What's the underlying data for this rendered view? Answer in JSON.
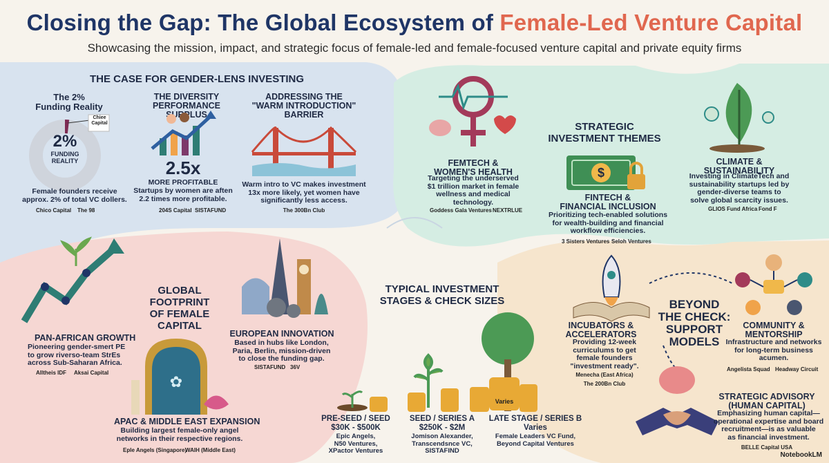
{
  "header": {
    "title_main": "Closing the Gap: The Global Ecosystem of ",
    "title_accent": "Female-Led Venture Capital",
    "subtitle": "Showcasing the mission, impact, and strategic focus of female-led and female-focused venture capital and private equity firms"
  },
  "case": {
    "title": "THE CASE FOR GENDER-LENS INVESTING",
    "funding": {
      "heading": "The 2%\nFunding Reality",
      "donut_value": "2%",
      "donut_label": "FUNDING\nREALITY",
      "callout": "Chiee\nCapital",
      "text": "Female founders receive\napprox. 2% of total VC dollers.",
      "sources": [
        "Chico Capital",
        "The 98"
      ]
    },
    "diversity": {
      "heading": "THE DIVERSITY\nPERFORMANCE SURPLUS",
      "big": "2.5x",
      "sub": "MORE PROFITABLE",
      "text": "Startups by women are aften\n2.2 times more profitable.",
      "sources": [
        "204S Capital",
        "SISTAFUND"
      ]
    },
    "warm": {
      "heading": "ADDRESSING THE\n\"WARM INTRODUCTION\"\nBARRIER",
      "text": "Warm intro to VC makes investment\n13x more likely, yet women have\nsignificantly less access.",
      "sources": [
        "The 300Bn Club"
      ]
    }
  },
  "themes": {
    "title": "STRATEGIC\nINVESTMENT THEMES",
    "femtech": {
      "heading": "FEMTECH &\nWOMEN'S HEALTH",
      "text": "Targeting the underserved\n$1 trillion market in female\nwellness and medical\ntechnology.",
      "sources": [
        "Goddess Gala Ventures",
        "NEXTRLUE"
      ]
    },
    "fintech": {
      "heading": "FINTECH &\nFINANCIAL INCLUSION",
      "text": "Prioritizing tech-enabled solutions\nfor wealth-building and financial\nworkflow efficiencies.",
      "sources": [
        "3 Sisters Ventures",
        "Seloh Ventures"
      ]
    },
    "climate": {
      "heading": "CLIMATE &\nSUSTAINABILITY",
      "text": "Investing in ClimateTech and\nsustainability startups led by\ngender-diverse teams to\nsolve global scarcity issues.",
      "sources": [
        "GLIOS Fund Africa",
        "Fond F"
      ]
    }
  },
  "footprint": {
    "title": "GLOBAL\nFOOTPRINT\nOF FEMALE\nCAPITAL",
    "africa": {
      "heading": "PAN-AFRICAN GROWTH",
      "text": "Pioneering gender-smert PE\nto grow riverso-team StrEs\nacross Sub-Saharan Africa.",
      "sources": [
        "Alltheis IDF",
        "Aksai Capital"
      ]
    },
    "europe": {
      "heading": "EUROPEAN INNOVATION",
      "text": "Based in hubs like London,\nParia, Berlin, mission-driven\nto close the funding gap.",
      "sources": [
        "SISTAFUND",
        "36V"
      ]
    },
    "apac": {
      "heading": "APAC & MIDDLE EAST EXPANSION",
      "text": "Building largest female-only angel\nnetworks in their respective regions.",
      "sources": [
        "Eple Angels (Singapore)",
        "WAIH (Middle East)"
      ]
    }
  },
  "stages": {
    "title": "TYPICAL INVESTMENT\nSTAGES & CHECK SIZES",
    "items": [
      {
        "heading": "PRE-SEED / SEED\n$30K - $500K",
        "text": "Epic Angels,\nN50 Ventures,\nXPactor Ventures"
      },
      {
        "heading": "SEED / SERIES A\n$250K - $2M",
        "text": "Jomison Alexander,\nTranscendsnce VC,\nSISTAFIND"
      },
      {
        "heading": "LATE STAGE / SERIES B\nVaries",
        "text": "Female Leaders VC Fund,\nBeyond Capital Ventures"
      }
    ],
    "coin_label": "Varies"
  },
  "beyond": {
    "title": "BEYOND\nTHE CHECK:\nSUPPORT\nMODELS",
    "incubators": {
      "heading": "INCUBATORS &\nACCELERATORS",
      "text": "Providing 12-week\ncurriculums to get\nfemale founders\n\"investment ready\".",
      "sources": [
        "Menecha (East Africa)",
        "The 200Bn Club"
      ]
    },
    "community": {
      "heading": "COMMUNITY &\nMENTORSHIP",
      "text": "Infrastructure and networks\nfor long-term business\nacumen.",
      "sources": [
        "Angelista Squad",
        "Headway Circuit"
      ]
    },
    "advisory": {
      "heading": "STRATEGIC ADVISORY\n(HUMAN CAPITAL)",
      "text": "Emphasizing human capital—\noperational expertise and board\nrecruitment—is as valuable\nas financial investment.",
      "sources": [
        "BELLE Capital USA"
      ]
    }
  },
  "watermark": "NotebookLM",
  "colors": {
    "navy": "#1f3566",
    "accent": "#e0674f",
    "blue_region": "#d7e3ef",
    "mint_region": "#d6eee4",
    "pink_region": "#f6d8d4",
    "peach_region": "#f7e6cf"
  }
}
